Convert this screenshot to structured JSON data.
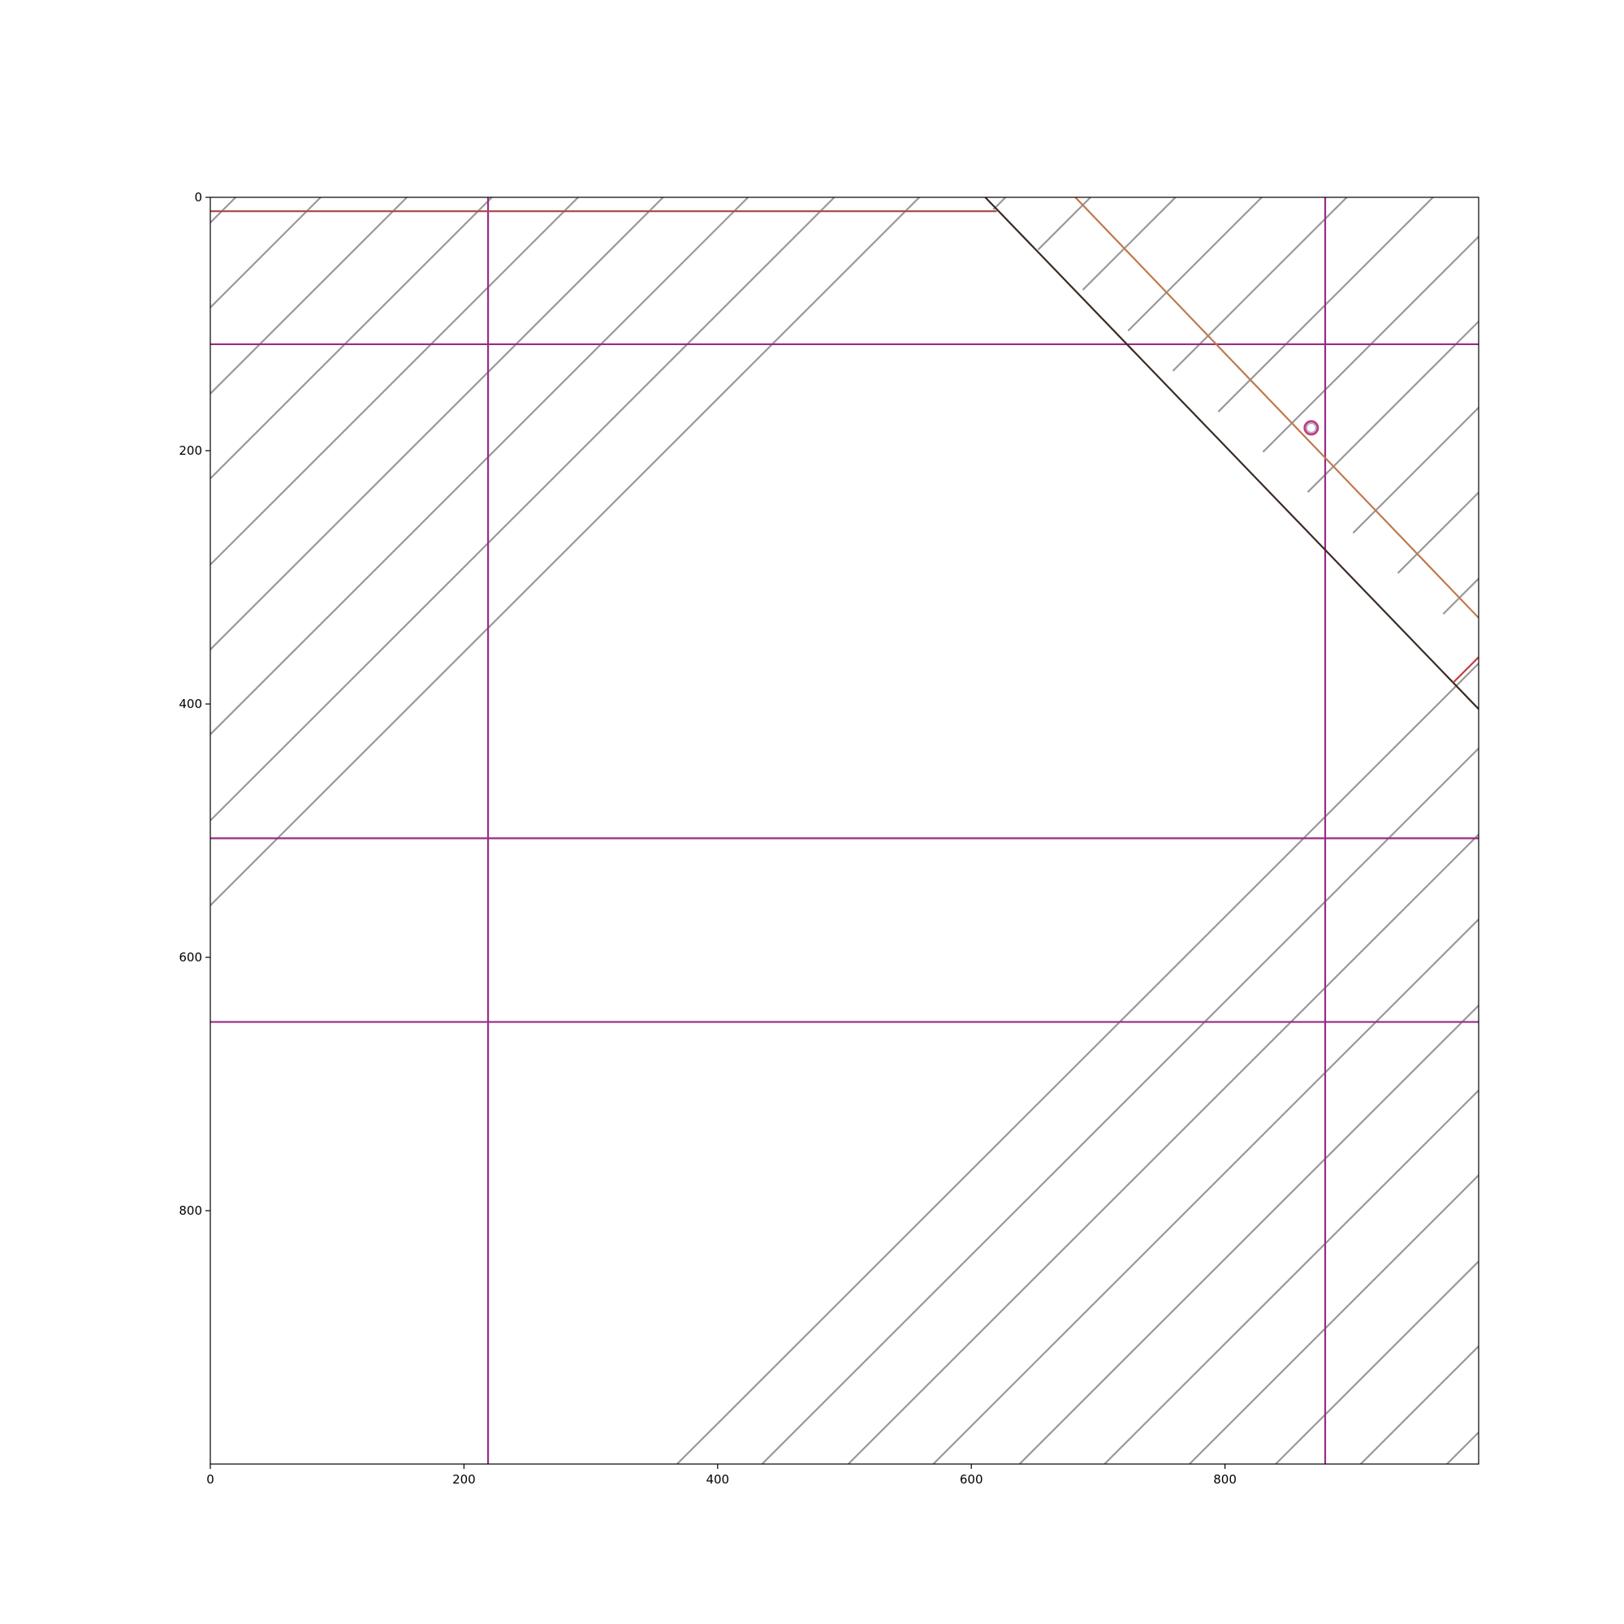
{
  "chart_data": {
    "type": "line",
    "title": "",
    "xlabel": "",
    "ylabel": "",
    "xlim": [
      0,
      1000
    ],
    "ylim": [
      1000,
      0
    ],
    "y_axis_inverted": true,
    "grid": false,
    "legend": "none",
    "x_ticks": [
      0,
      200,
      400,
      600,
      800
    ],
    "x_tick_labels": [
      "0",
      "200",
      "400",
      "600",
      "800"
    ],
    "y_ticks": [
      0,
      200,
      400,
      600,
      800
    ],
    "y_tick_labels": [
      "0",
      "200",
      "400",
      "600",
      "800"
    ],
    "colors": {
      "hatch": "#999999",
      "purple_line": "#9a2a86",
      "brown_line": "#c0784c",
      "dark_line": "#3a2a22",
      "red_line": "#c04040",
      "top_line": "#a85050",
      "marker": "#c04080"
    },
    "hatch_lines": {
      "slope": -1,
      "intercepts": [
        20,
        87,
        155,
        222,
        290,
        357,
        424,
        492,
        559,
        627,
        694,
        761,
        829,
        896,
        964,
        1031,
        1098,
        1166,
        1233,
        1301,
        1368,
        1435,
        1503,
        1570,
        1638,
        1705,
        1772,
        1840,
        1907,
        1975
      ],
      "clip_boundary": {
        "slope": 0.9,
        "intercept": -546
      }
    },
    "series": [
      {
        "type": "vline",
        "x": 219,
        "y_range": [
          0,
          1000
        ],
        "color": "#9a2a86"
      },
      {
        "type": "vline",
        "x": 879,
        "y_range": [
          0,
          1000
        ],
        "color": "#9a2a86"
      },
      {
        "type": "hline",
        "y": 116,
        "x_range": [
          0,
          1000
        ],
        "color": "#9a2a86"
      },
      {
        "type": "hline",
        "y": 506,
        "x_range": [
          0,
          1000
        ],
        "color": "#9a2a86"
      },
      {
        "type": "hline",
        "y": 651,
        "x_range": [
          0,
          1000
        ],
        "color": "#9a2a86"
      },
      {
        "type": "segment",
        "x": [
          0,
          620
        ],
        "y": [
          11,
          11
        ],
        "color": "#a85050"
      },
      {
        "type": "segment",
        "x": [
          611,
          1000
        ],
        "y": [
          0,
          404
        ],
        "color": "#3a2a22"
      },
      {
        "type": "segment",
        "x": [
          682,
          1000
        ],
        "y": [
          0,
          332
        ],
        "color": "#c0784c"
      },
      {
        "type": "segment",
        "x": [
          980,
          1000
        ],
        "y": [
          383,
          363
        ],
        "color": "#c04040"
      }
    ],
    "markers": [
      {
        "x": 868,
        "y": 182,
        "shape": "ring",
        "color": "#c04080"
      }
    ]
  }
}
